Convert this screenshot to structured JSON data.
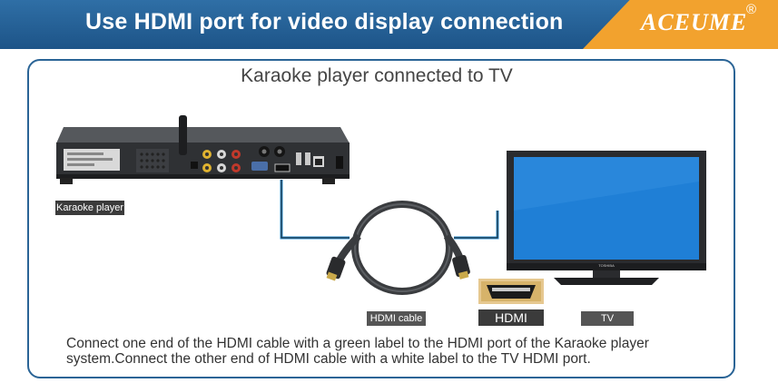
{
  "banner": {
    "title": "Use HDMI port for video display connection",
    "brand": "ACEUME",
    "registered": "®"
  },
  "diagram": {
    "title": "Karaoke player connected to TV",
    "labels": {
      "karaoke_player": "Karaoke player",
      "hdmi_cable": "HDMI cable",
      "hdmi": "HDMI",
      "tv": "TV"
    },
    "tv_brand": "TOSHIBA",
    "description": "Connect one end of the HDMI cable with a green label to the  HDMI port of the Karaoke player system.Connect the other end of HDMI cable with a white label to the TV HDMI port."
  },
  "colors": {
    "banner_blue": "#1d5488",
    "brand_orange": "#f2a22e",
    "panel_border": "#2a6496",
    "tv_screen": "#1f7fd6"
  }
}
